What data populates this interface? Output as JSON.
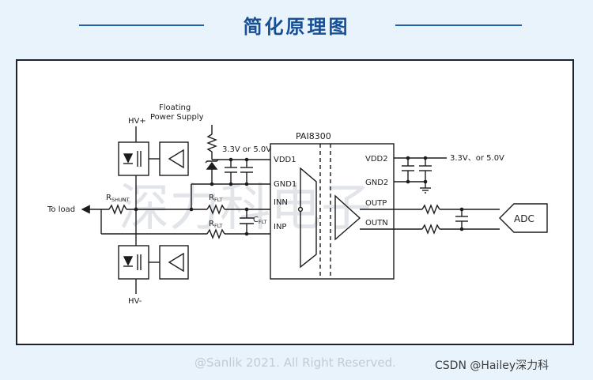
{
  "title": "简化原理图",
  "watermark": "深力科电子",
  "footer": {
    "copyright": "@Sanlik 2021. All Right Reserved.",
    "csdn": "CSDN @Hailey深力科"
  },
  "chip": {
    "name": "PAI8300",
    "pins_left": [
      "VDD1",
      "GND1",
      "INN",
      "INP"
    ],
    "pins_right": [
      "VDD2",
      "GND2",
      "OUTP",
      "OUTN"
    ]
  },
  "labels": {
    "floating_line1": "Floating",
    "floating_line2": "Power Supply",
    "supply_left": "3.3V or 5.0V",
    "supply_right": "3.3V、or 5.0V",
    "hv_plus": "HV+",
    "hv_minus": "HV-",
    "to_load": "To load",
    "rshunt_main": "R",
    "rshunt_sub": "SHUNT",
    "rflt_main": "R",
    "rflt_sub": "FLT",
    "cflt_main": "C",
    "cflt_sub": "FLT",
    "adc": "ADC"
  }
}
